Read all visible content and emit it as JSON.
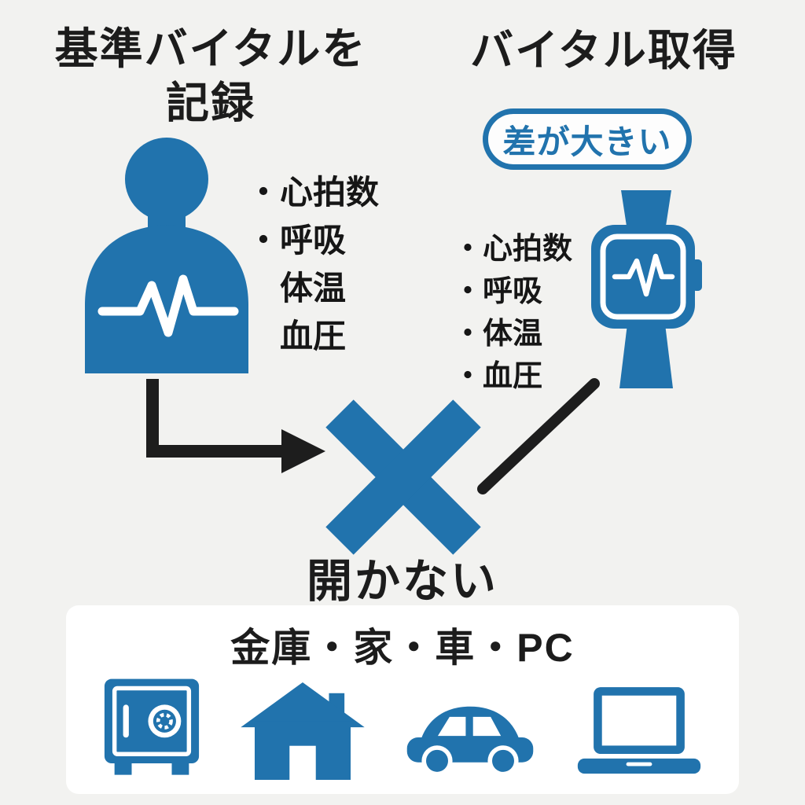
{
  "palette": {
    "blue": "#2173ad",
    "black": "#1c1c1c",
    "background": "#f2f2f0",
    "panel": "#ffffff"
  },
  "headings": {
    "left_line1": "基準バイタルを",
    "left_line2": "記録",
    "right": "バイタル取得"
  },
  "badge": {
    "label": "差が大きい"
  },
  "person_vitals": {
    "items": [
      "・心拍数",
      "・呼吸",
      "　体温",
      "　血圧"
    ]
  },
  "watch_vitals": {
    "items": [
      "・心拍数",
      "・呼吸",
      "・体温",
      "・血圧"
    ]
  },
  "result": {
    "label": "開かない"
  },
  "devices": {
    "title": "金庫・家・車・PC",
    "icons": [
      "safe-icon",
      "house-icon",
      "car-icon",
      "laptop-icon"
    ]
  }
}
